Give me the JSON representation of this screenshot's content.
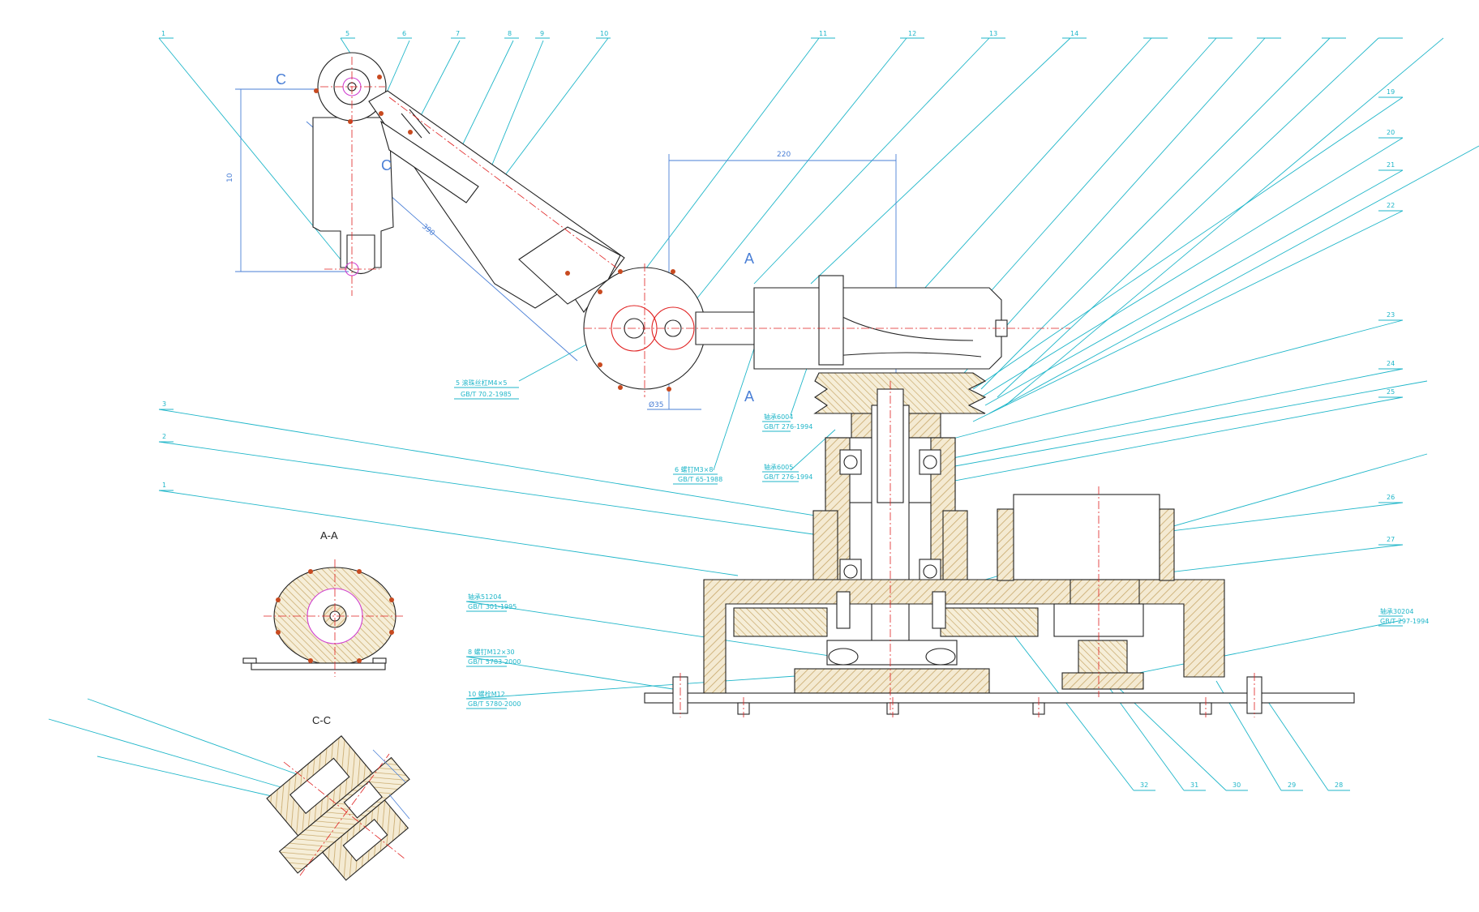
{
  "drawing": {
    "top_part_numbers": [
      "1",
      "5",
      "6",
      "7",
      "8",
      "9",
      "10",
      "11",
      "12",
      "13",
      "14",
      "",
      "",
      "",
      "",
      ""
    ],
    "right_part_numbers": [
      "",
      "19",
      "20",
      "21",
      "",
      "22",
      "23",
      "24",
      "25",
      "",
      "26",
      "27"
    ],
    "bottom_part_numbers": [
      "32",
      "31",
      "30",
      "29",
      "28"
    ],
    "left_part_numbers": [
      "3",
      "2",
      "1"
    ],
    "section_labels": {
      "aa": "A-A",
      "cc": "C-C"
    },
    "cut_letters": {
      "c": "C",
      "a": "A"
    },
    "dimensions": {
      "width_top": "220",
      "arm_length": "390",
      "height_left": "10",
      "small_dia": "Ø35"
    },
    "callouts": [
      "5 滚珠丝杠M4×5",
      "GB/T 70.2-1985",
      "6 螺钉M3×8",
      "GB/T 65-1988",
      "轴承6004",
      "GB/T 276-1994",
      "8 螺钉M12×30",
      "GB/T 5783-2000",
      "10 螺栓M12",
      "GB/T 5780-2000",
      "轴承51204",
      "GB/T 301-1995",
      "轴承6005",
      "GB/T 276-1994",
      "轴承30204",
      "GB/T 297-1994"
    ]
  },
  "colors": {
    "leader": "#1fb6c9",
    "hatch": "#c8a86a",
    "centerline": "#e02020",
    "dimension": "#4a7fd6",
    "outline": "#222222",
    "magenta": "#d040d0"
  }
}
